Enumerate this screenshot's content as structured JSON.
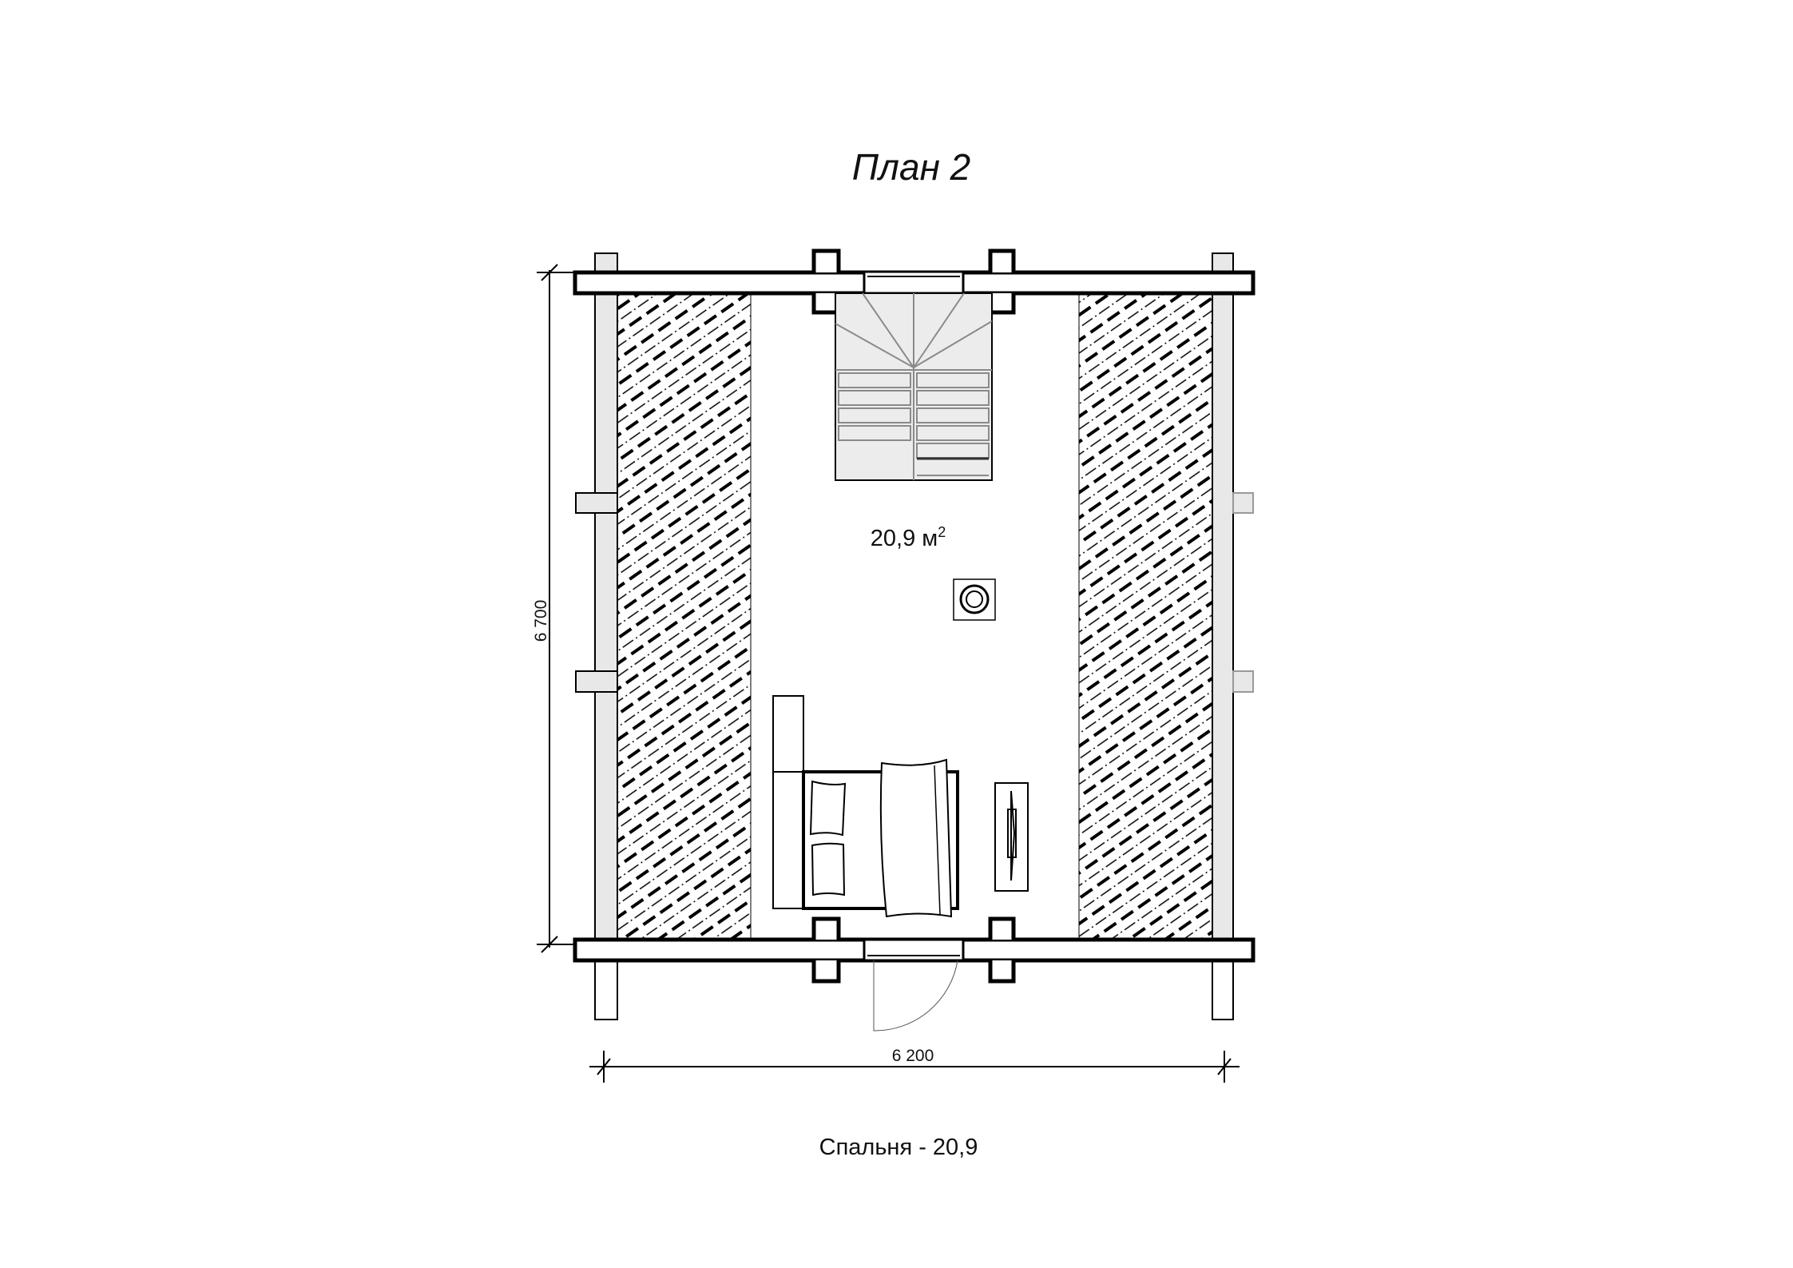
{
  "title": "План 2",
  "room_area": "20,9 м",
  "room_area_sup": "2",
  "dimensions": {
    "height": "6 700",
    "width": "6 200"
  },
  "caption": "Спальня - 20,9",
  "colors": {
    "line": "#000000",
    "post_fill": "#e8e8e8",
    "stair_fill": "#ececec",
    "stair_line": "#8a8a8a"
  }
}
